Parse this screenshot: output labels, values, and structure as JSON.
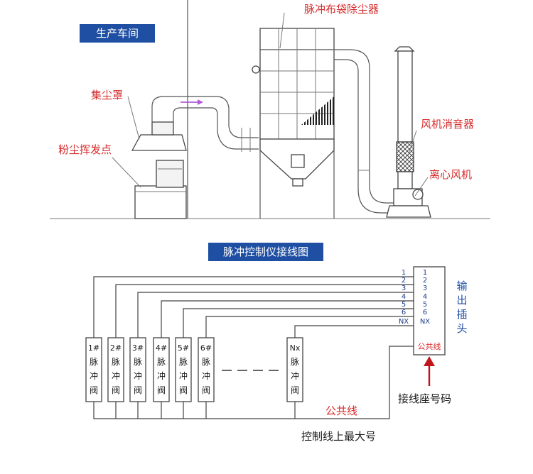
{
  "top": {
    "workshop_label": "生产车间",
    "dust_collector_label": "脉冲布袋除尘器",
    "hood_label": "集尘罩",
    "dust_point_label": "粉尘挥发点",
    "silencer_label": "风机消音器",
    "fan_label": "离心风机"
  },
  "bottom": {
    "title": "脉冲控制仪接线图",
    "valves": [
      {
        "id": "1#",
        "c1": "脉",
        "c2": "冲",
        "c3": "阀"
      },
      {
        "id": "2#",
        "c1": "脉",
        "c2": "冲",
        "c3": "阀"
      },
      {
        "id": "3#",
        "c1": "脉",
        "c2": "冲",
        "c3": "阀"
      },
      {
        "id": "4#",
        "c1": "脉",
        "c2": "冲",
        "c3": "阀"
      },
      {
        "id": "5#",
        "c1": "脉",
        "c2": "冲",
        "c3": "阀"
      },
      {
        "id": "6#",
        "c1": "脉",
        "c2": "冲",
        "c3": "阀"
      },
      {
        "id": "Nx",
        "c1": "脉",
        "c2": "冲",
        "c3": "阀"
      }
    ],
    "wire_numbers": [
      "1",
      "2",
      "3",
      "4",
      "5",
      "6",
      "NX"
    ],
    "terminal_numbers": [
      "1",
      "2",
      "3",
      "4",
      "5",
      "6",
      "NX"
    ],
    "terminal_common": "公共线",
    "output_plug": {
      "c1": "输",
      "c2": "出",
      "c3": "插",
      "c4": "头"
    },
    "socket_label": "接线座号码",
    "common_line_label": "公共线",
    "max_label": "控制线上最大号"
  },
  "colors": {
    "accent_red": "#d62b2b",
    "badge_blue": "#1f4fa3",
    "wire_number_blue": "#1f3c88"
  }
}
